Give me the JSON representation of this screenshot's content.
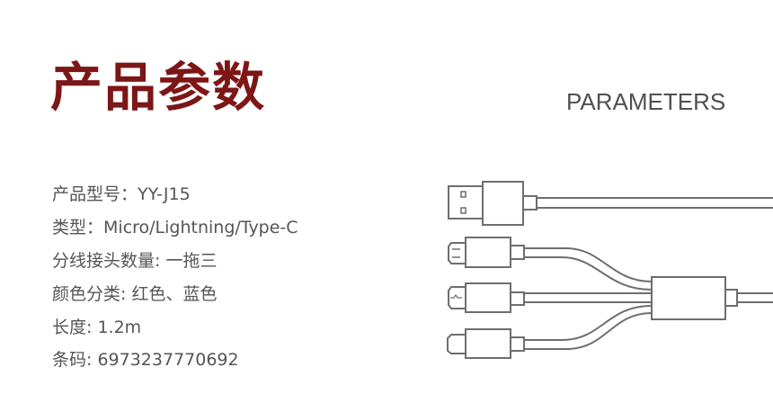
{
  "header": {
    "title": "产品参数",
    "subtitle": "PARAMETERS"
  },
  "specs": [
    {
      "label": "产品型号：",
      "value": "YY-J15"
    },
    {
      "label": "类型：",
      "value": "Micro/Lightning/Type-C"
    },
    {
      "label": "分线接头数量: ",
      "value": "一拖三"
    },
    {
      "label": "颜色分类: ",
      "value": "红色、蓝色"
    },
    {
      "label": "长度: ",
      "value": "1.2m"
    },
    {
      "label": "条码: ",
      "value": "6973237770692"
    }
  ],
  "colors": {
    "title": "#7d1616",
    "text": "#555555",
    "line": "#6e6e6e"
  }
}
